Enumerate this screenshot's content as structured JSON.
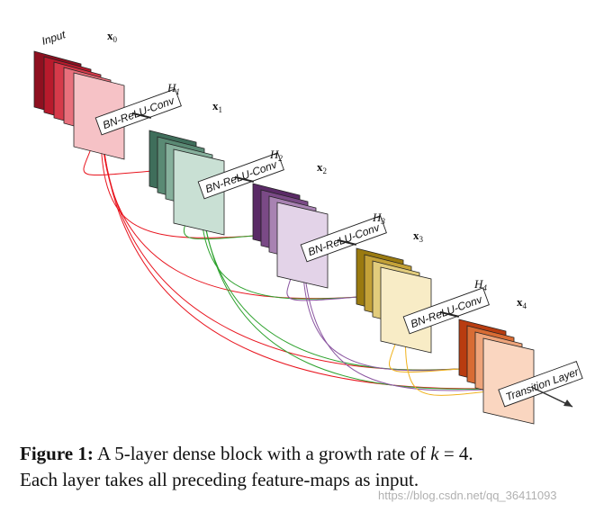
{
  "diagram": {
    "input_label": "Input",
    "feature_maps": [
      {
        "label": "x",
        "sub": "0"
      },
      {
        "label": "x",
        "sub": "1"
      },
      {
        "label": "x",
        "sub": "2"
      },
      {
        "label": "x",
        "sub": "3"
      },
      {
        "label": "x",
        "sub": "4"
      }
    ],
    "layers": [
      {
        "name": "H",
        "sub": "1",
        "op": "BN-ReLU-Conv"
      },
      {
        "name": "H",
        "sub": "2",
        "op": "BN-ReLU-Conv"
      },
      {
        "name": "H",
        "sub": "3",
        "op": "BN-ReLU-Conv"
      },
      {
        "name": "H",
        "sub": "4",
        "op": "BN-ReLU-Conv"
      }
    ],
    "transition_label": "Transition Layer",
    "colors": {
      "input": [
        "#8e1020",
        "#b81a2c",
        "#d63a4a",
        "#e8707c",
        "#f6c2c6"
      ],
      "x1": [
        "#3f6e5b",
        "#5a8a74",
        "#86b09c",
        "#c9e0d4"
      ],
      "x2": [
        "#5a2a66",
        "#7a4a86",
        "#a882b2",
        "#e3d3e8"
      ],
      "x3": [
        "#9a7a10",
        "#c4a238",
        "#e2cc7c",
        "#f8ecc6"
      ],
      "x4": [
        "#b83c10",
        "#d86c34",
        "#eea47a",
        "#fad6c0"
      ],
      "connection_from_x0": "#e8141e",
      "connection_from_x1": "#2ca12c",
      "connection_from_x2": "#8a55a0",
      "connection_from_x3": "#f0b21c"
    }
  },
  "caption": {
    "label": "Figure 1:",
    "text_part1": "A 5-layer dense block with a growth rate of ",
    "k_symbol": "k",
    "text_part2": " = 4.",
    "line2": "Each layer takes all preceding feature-maps as input."
  },
  "watermark": "https://blog.csdn.net/qq_36411093"
}
